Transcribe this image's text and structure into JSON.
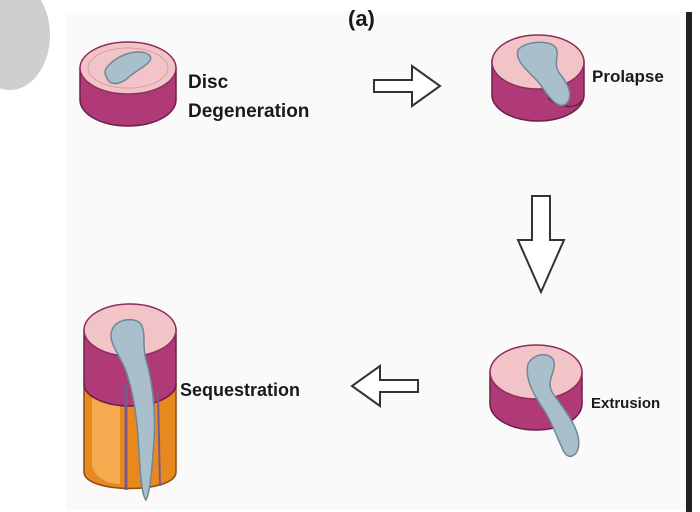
{
  "panel_label": "(a)",
  "stages": {
    "degeneration": {
      "line1": "Disc",
      "line2": "Degeneration"
    },
    "prolapse": {
      "label": "Prolapse"
    },
    "extrusion": {
      "label": "Extrusion"
    },
    "sequestration": {
      "label": "Sequestration"
    }
  },
  "colors": {
    "disc_top": "#f2c4c8",
    "disc_side": "#b03a78",
    "nucleus": "#a9bfcb",
    "vertebra": "#e8891f",
    "arrow_stroke": "#333333"
  }
}
